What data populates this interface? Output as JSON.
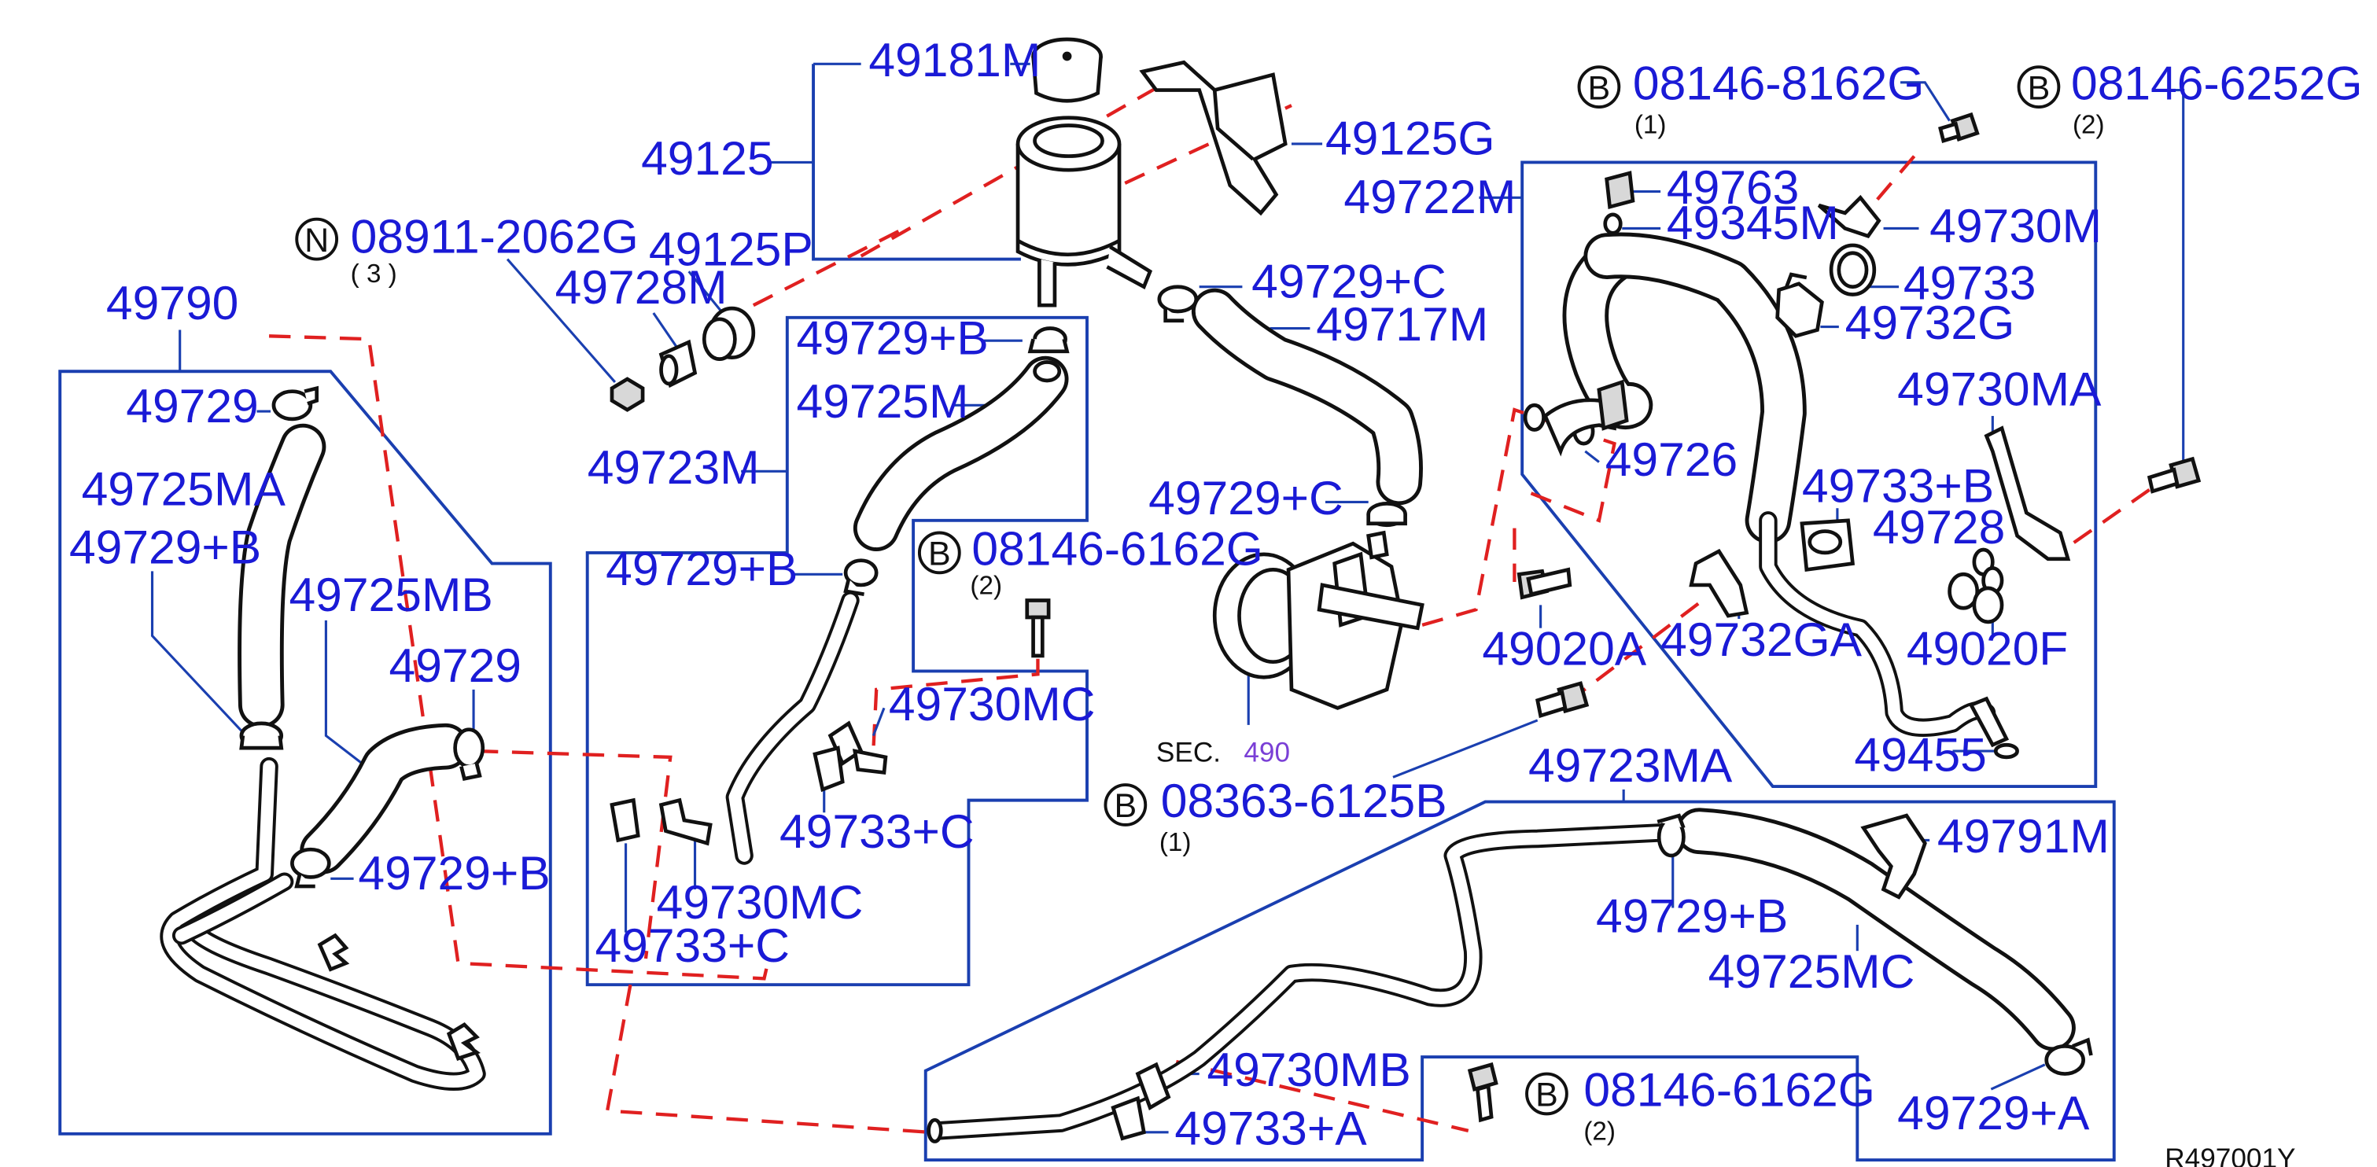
{
  "labels": {
    "p49181M": "49181M",
    "p49125": "49125",
    "p49125G": "49125G",
    "p49125P": "49125P",
    "p49728M": "49728M",
    "p49790": "49790",
    "p49729_a": "49729",
    "p49725MA": "49725MA",
    "p49729B_a": "49729+B",
    "p49725MB": "49725MB",
    "p49729_b": "49729",
    "p49729B_b": "49729+B",
    "p49729B_c": "49729+B",
    "p49725M": "49725M",
    "p49723M": "49723M",
    "p49729B_d": "49729+B",
    "p49729C_a": "49729+C",
    "p49717M": "49717M",
    "p49729C_b": "49729+C",
    "p49730MC_a": "49730MC",
    "p49733C_a": "49733+C",
    "p49730MC_b": "49730MC",
    "p49733C_b": "49733+C",
    "sec_text": "SEC.",
    "sec_num": "490",
    "p49722M": "49722M",
    "p49763": "49763",
    "p49345M": "49345M",
    "p49730M": "49730M",
    "p49733": "49733",
    "p49732G": "49732G",
    "p49730MA": "49730MA",
    "p49726": "49726",
    "p49733B": "49733+B",
    "p49728": "49728",
    "p49020A": "49020A",
    "p49732GA": "49732GA",
    "p49020F": "49020F",
    "p49455": "49455",
    "p49723MA": "49723MA",
    "p49791M": "49791M",
    "p49729B_e": "49729+B",
    "p49725MC": "49725MC",
    "p49730MB": "49730MB",
    "p49733A": "49733+A",
    "p49729A": "49729+A",
    "ref_code": "R497001Y"
  },
  "fasteners": {
    "n_0891": {
      "letter": "N",
      "part": "08911-2062G",
      "qty": "( 3 )"
    },
    "b_8162": {
      "letter": "B",
      "part": "08146-8162G",
      "qty": "(1)"
    },
    "b_6252": {
      "letter": "B",
      "part": "08146-6252G",
      "qty": "(2)"
    },
    "b_6162_a": {
      "letter": "B",
      "part": "08146-6162G",
      "qty": "(2)"
    },
    "b_8363": {
      "letter": "B",
      "part": "08363-6125B",
      "qty": "(1)"
    },
    "b_6162_b": {
      "letter": "B",
      "part": "08146-6162G",
      "qty": "(2)"
    }
  }
}
